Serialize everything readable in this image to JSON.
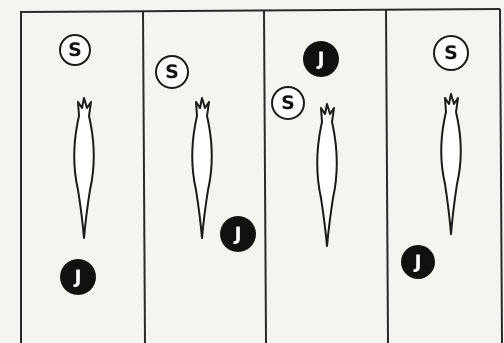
{
  "colors": {
    "background": "#f4f4f1",
    "ink": "#1a1a1a",
    "white_fill": "#ffffff",
    "black_fill": "#111111"
  },
  "panels": [
    {
      "name": "panel-1",
      "markers": [
        {
          "label": "S",
          "style": "white"
        },
        {
          "label": "J",
          "style": "black"
        }
      ]
    },
    {
      "name": "panel-2",
      "markers": [
        {
          "label": "S",
          "style": "white"
        },
        {
          "label": "J",
          "style": "black"
        }
      ]
    },
    {
      "name": "panel-3",
      "markers": [
        {
          "label": "J",
          "style": "black"
        },
        {
          "label": "S",
          "style": "white"
        }
      ]
    },
    {
      "name": "panel-4",
      "markers": [
        {
          "label": "S",
          "style": "white"
        },
        {
          "label": "J",
          "style": "black"
        }
      ]
    }
  ]
}
